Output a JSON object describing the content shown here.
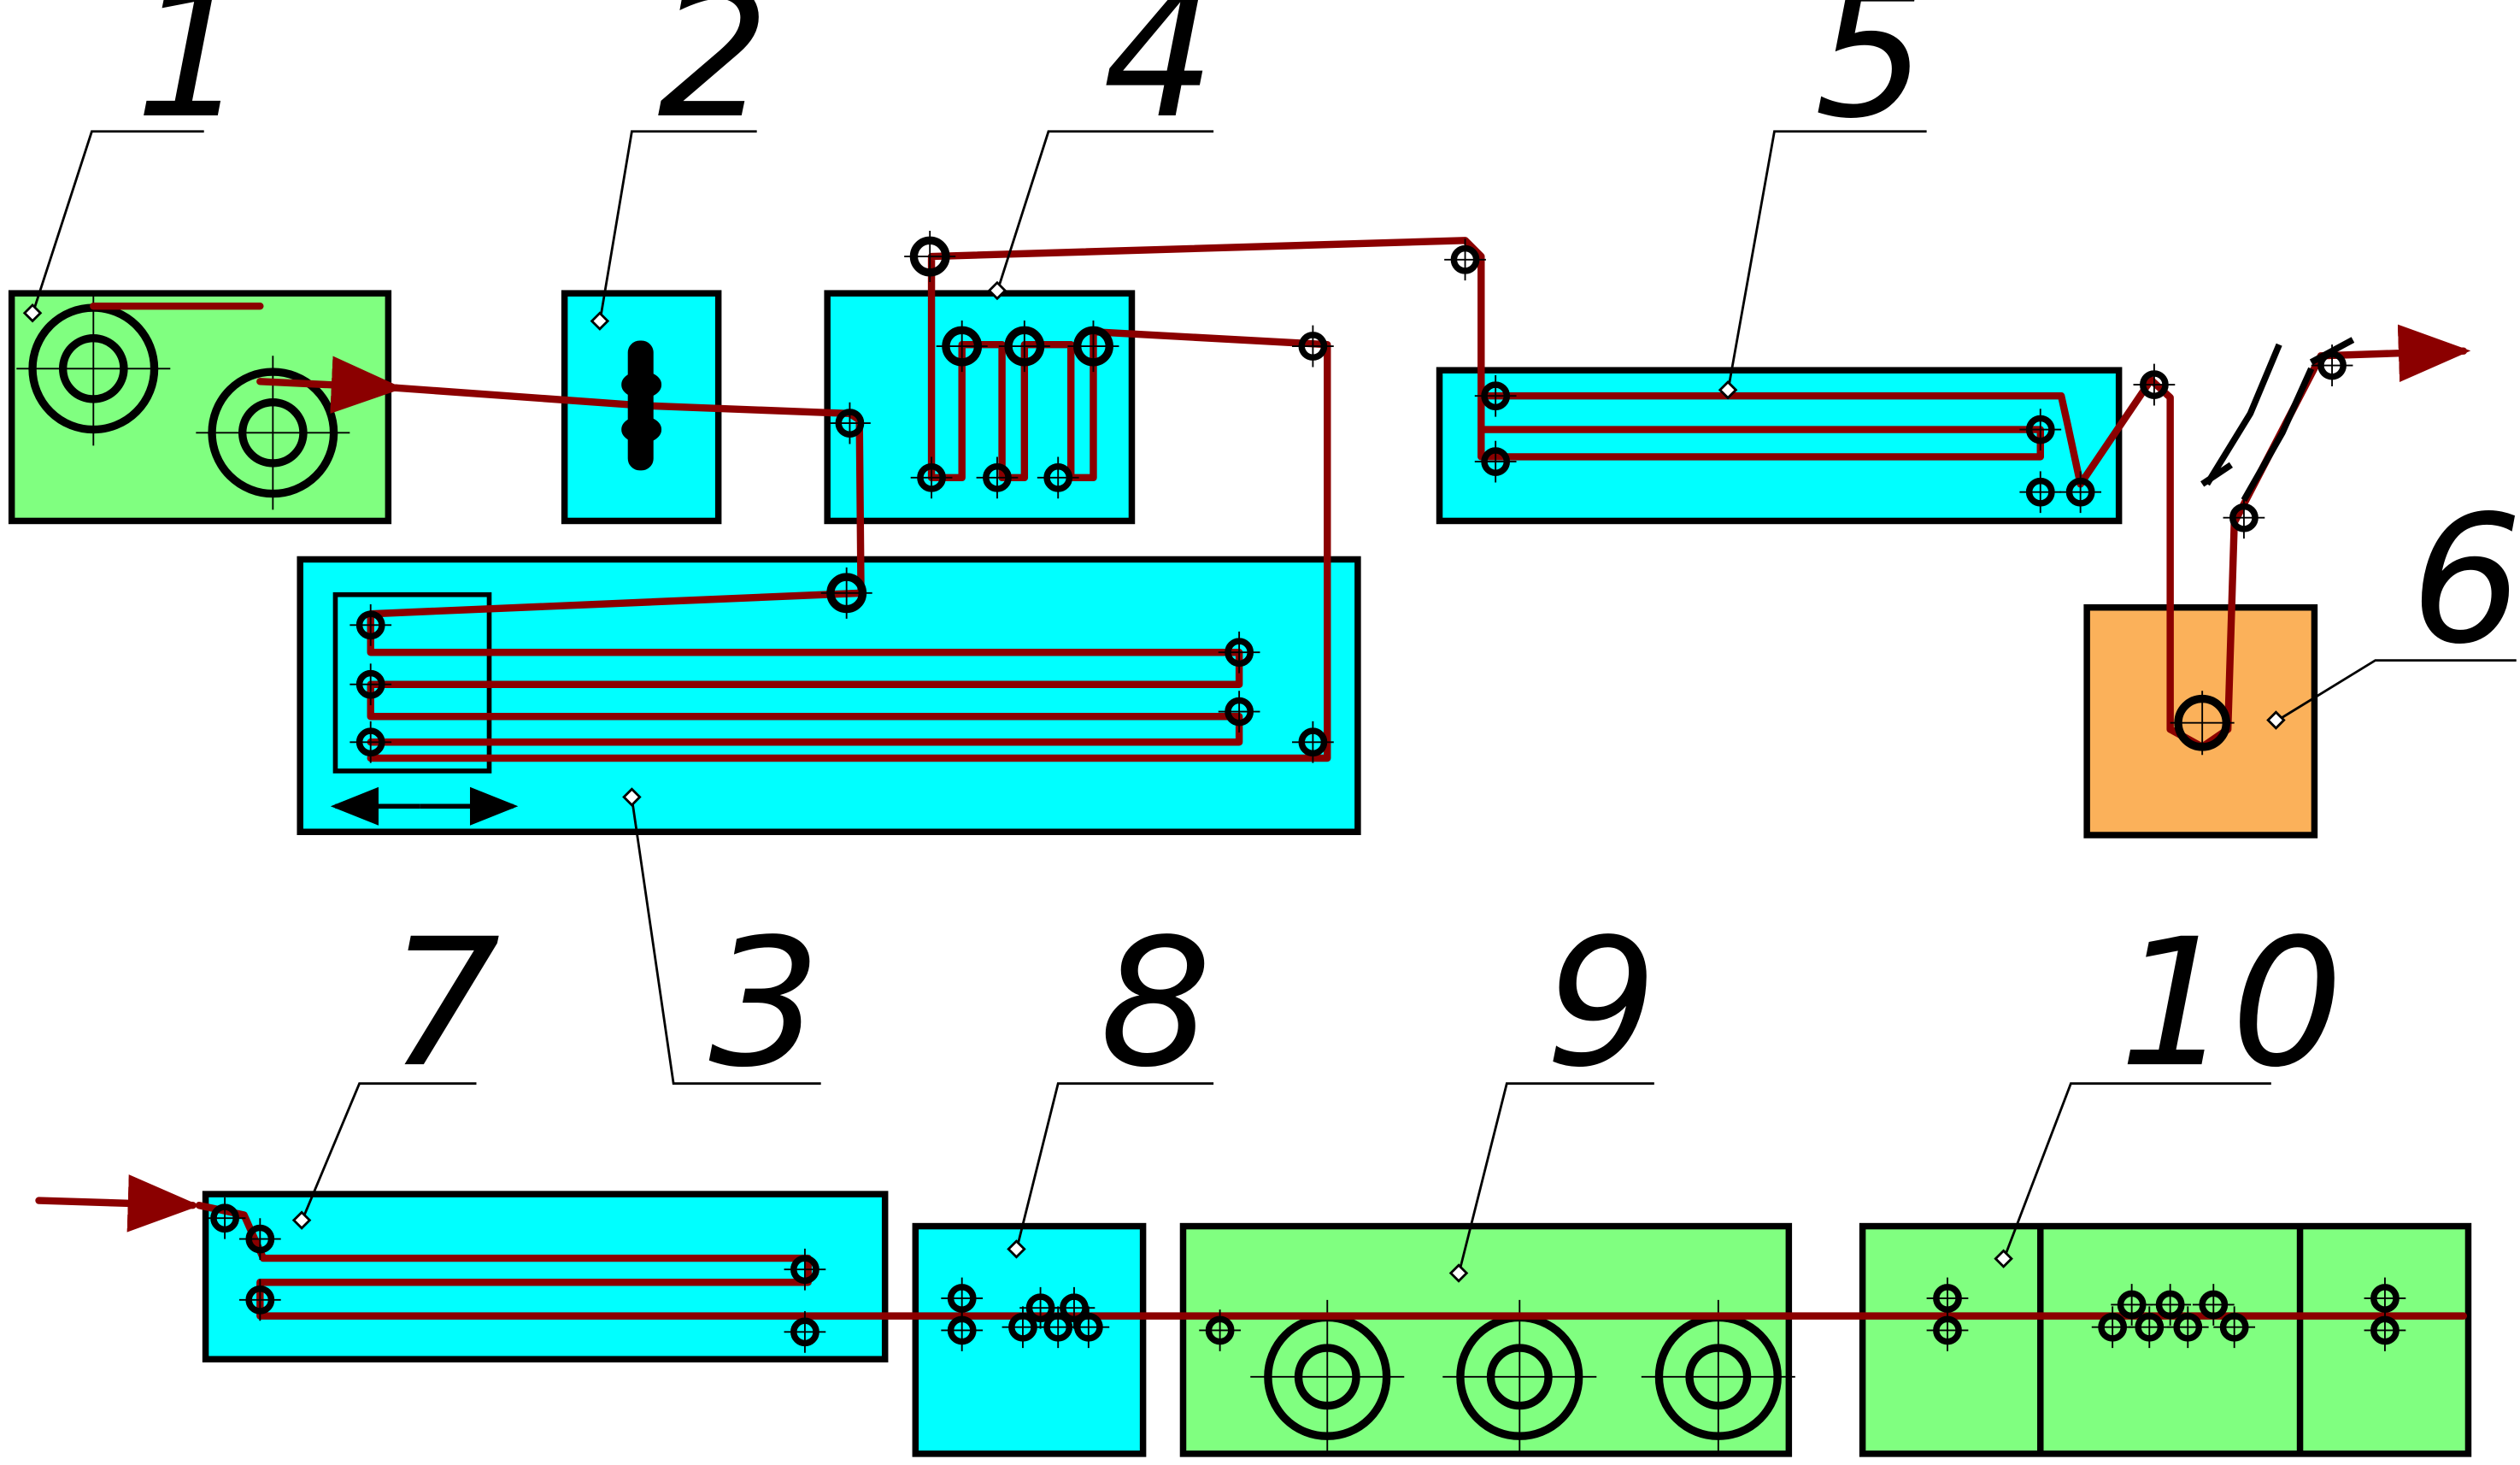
{
  "labels": {
    "l1": "1",
    "l2": "2",
    "l3": "3",
    "l4": "4",
    "l5": "5",
    "l6": "6",
    "l7": "7",
    "l8": "8",
    "l9": "9",
    "l10": "10"
  },
  "colors": {
    "cyan": "#00FFFF",
    "green": "#80FF80",
    "orange": "#FBB15A",
    "strand": "#8B0000",
    "outline": "#000000"
  }
}
